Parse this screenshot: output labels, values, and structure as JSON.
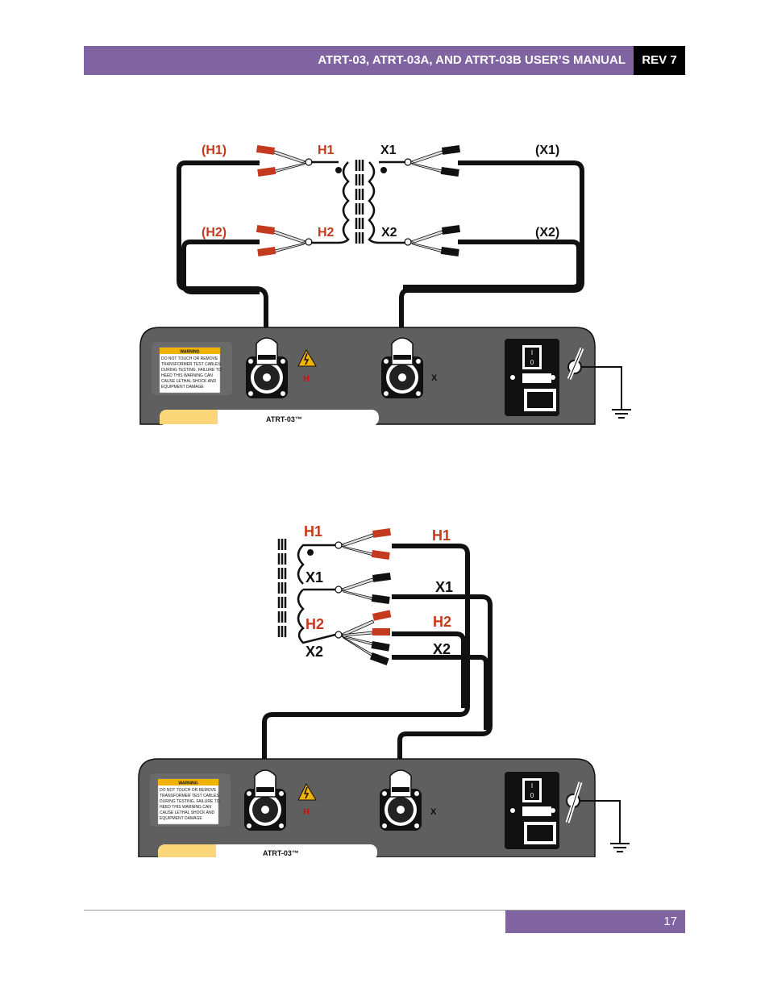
{
  "header": {
    "title": "ATRT-03, ATRT-03A, AND ATRT-03B USER’S MANUAL",
    "rev": "REV 7"
  },
  "footer": {
    "page_number": "17"
  },
  "diagram1": {
    "labels": {
      "h1_paren": "(H1)",
      "h2_paren": "(H2)",
      "h1": "H1",
      "h2": "H2",
      "x1": "X1",
      "x2": "X2",
      "x1_paren": "(X1)",
      "x2_paren": "(X2)"
    },
    "panel": {
      "warning_title": "WARNING",
      "warning_lines": [
        "DO NOT TOUCH OR REMOVE",
        "TRANSFORMER TEST CABLES",
        "DURING TESTING. FAILURE TO",
        "HEED THIS WARNING CAN",
        "CAUSE LETHAL SHOCK AND",
        "EQUIPMENT DAMAGE"
      ],
      "h_label": "H",
      "x_label": "X",
      "model": "ATRT-03™",
      "switch_on": "I",
      "switch_off": "0"
    }
  },
  "diagram2": {
    "labels": {
      "h1_coil": "H1",
      "x1_coil": "X1",
      "h2_coil": "H2",
      "x2_coil": "X2",
      "h1": "H1",
      "x1": "X1",
      "h2": "H2",
      "x2": "X2"
    },
    "panel": {
      "warning_title": "WARNING",
      "warning_lines": [
        "DO NOT TOUCH OR REMOVE",
        "TRANSFORMER TEST CABLES",
        "DURING TESTING. FAILURE TO",
        "HEED THIS WARNING CAN",
        "CAUSE LETHAL SHOCK AND",
        "EQUIPMENT DAMAGE"
      ],
      "h_label": "H",
      "x_label": "X",
      "model": "ATRT-03™",
      "switch_on": "I",
      "switch_off": "0"
    }
  }
}
